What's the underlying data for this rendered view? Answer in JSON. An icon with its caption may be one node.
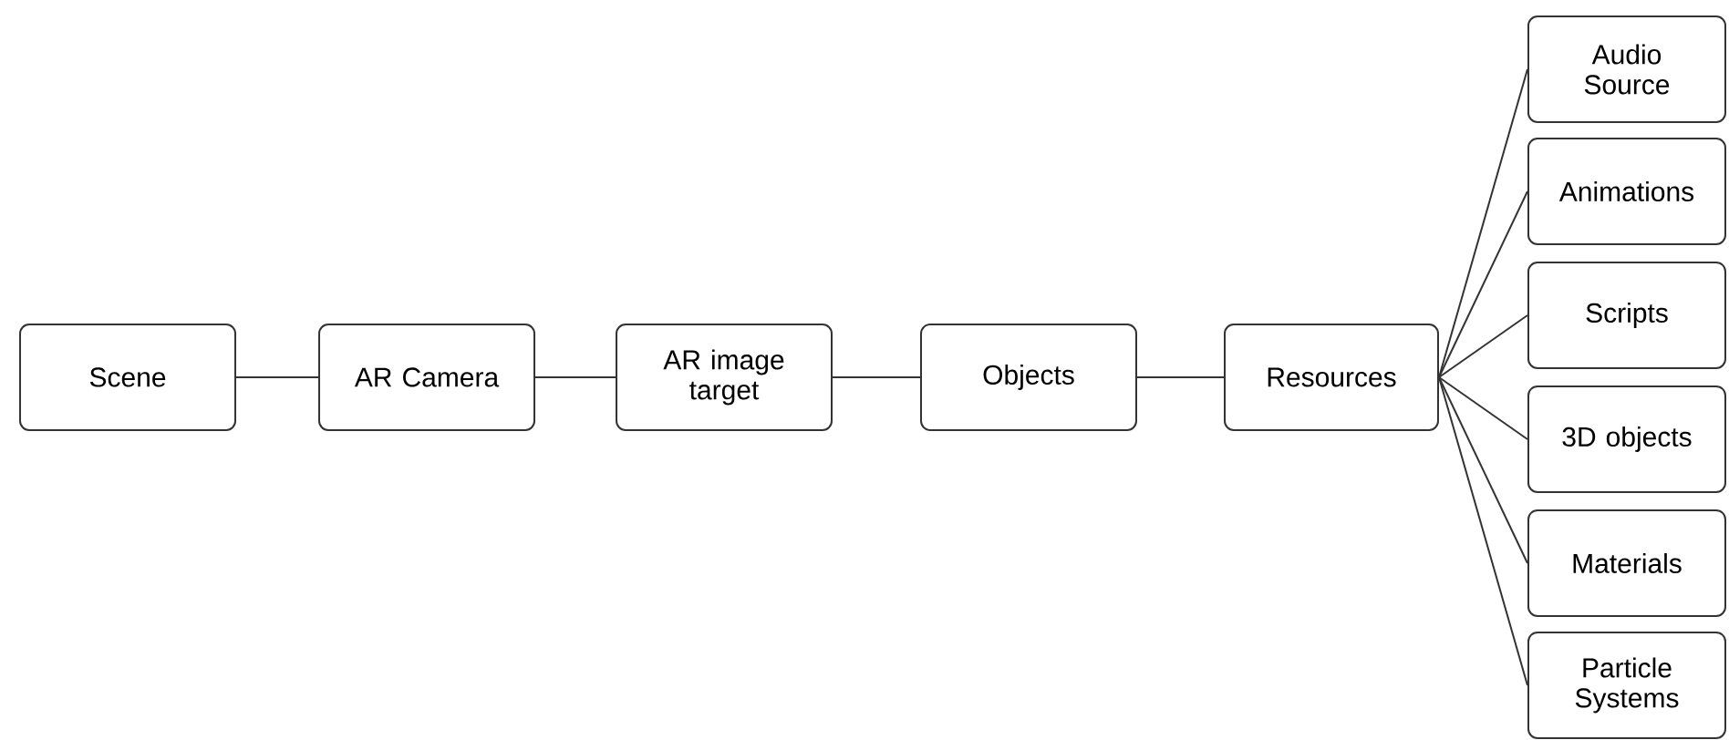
{
  "diagram": {
    "nodes": [
      {
        "text": [
          "Scene"
        ]
      },
      {
        "text": [
          "AR Camera"
        ]
      },
      {
        "text": [
          "AR image target"
        ]
      },
      {
        "text": [
          "Objects"
        ]
      },
      {
        "text": [
          "Resources"
        ]
      },
      {
        "text": [
          "Audio Source"
        ]
      },
      {
        "text": [
          "Animations"
        ]
      },
      {
        "text": [
          "Scripts"
        ]
      },
      {
        "text": [
          "3D objects"
        ]
      },
      {
        "text": [
          "Materials"
        ]
      },
      {
        "text": [
          "Particle Systems"
        ]
      }
    ],
    "edges": [
      {
        "from": 0,
        "to": 1,
        "arrow": "none"
      },
      {
        "from": 1,
        "to": 2,
        "arrow": "none"
      },
      {
        "from": 2,
        "to": 3,
        "arrow": "none"
      },
      {
        "from": 3,
        "to": 4,
        "arrow": "none"
      },
      {
        "from": 4,
        "to": 5,
        "arrow": "none"
      },
      {
        "from": 4,
        "to": 6,
        "arrow": "none"
      },
      {
        "from": 4,
        "to": 7,
        "arrow": "none"
      },
      {
        "from": 4,
        "to": 8,
        "arrow": "none"
      },
      {
        "from": 4,
        "to": 9,
        "arrow": "none"
      },
      {
        "from": 4,
        "to": 10,
        "arrow": "none"
      }
    ]
  }
}
